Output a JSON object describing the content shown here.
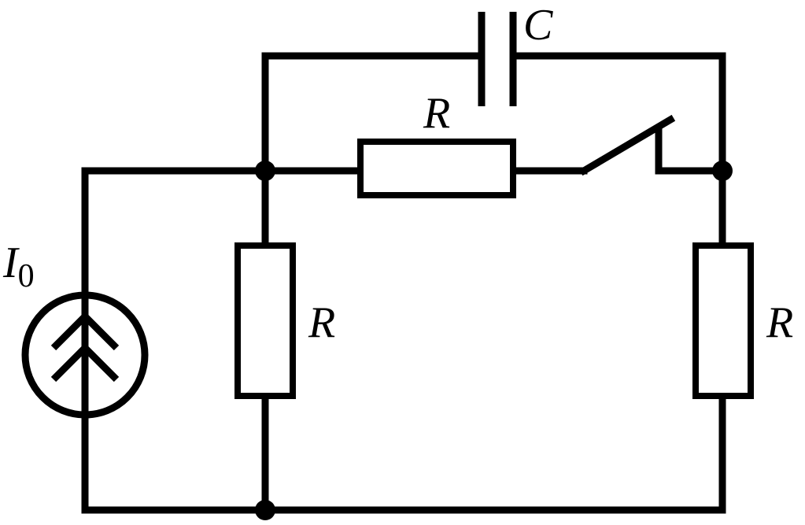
{
  "labels": {
    "capacitor": "C",
    "resistor_top": "R",
    "resistor_left": "R",
    "resistor_right": "R",
    "source_main": "I",
    "source_sub": "0"
  }
}
